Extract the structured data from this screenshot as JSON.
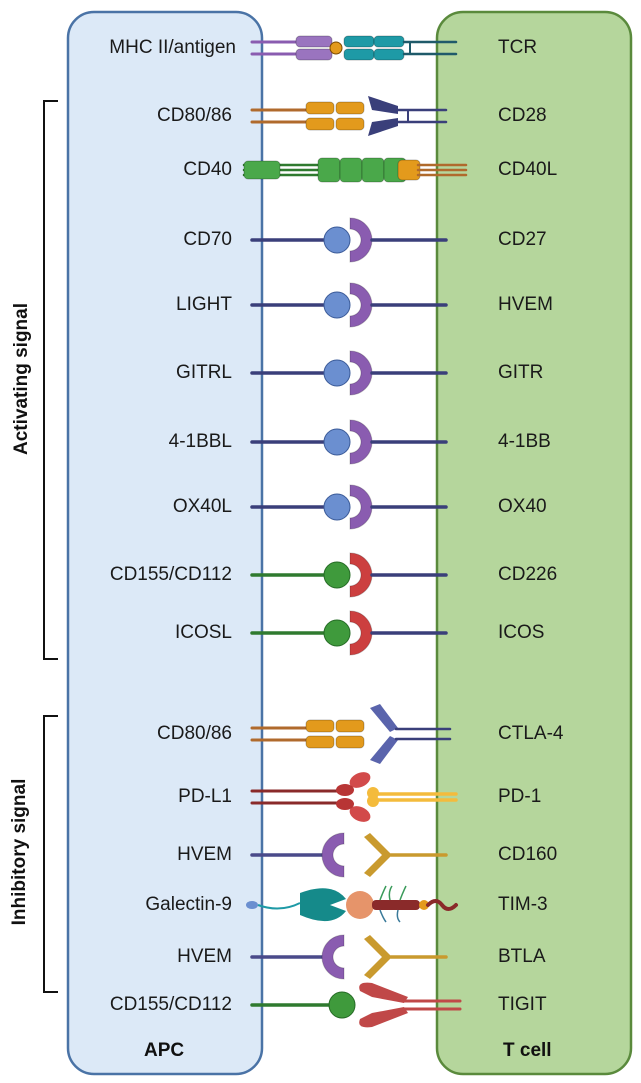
{
  "cells": {
    "left": "APC",
    "right": "T cell"
  },
  "groups": [
    {
      "label": "Activating signal"
    },
    {
      "label": "Inhibitory signal"
    }
  ],
  "rows": [
    {
      "left": "MHC II/antigen",
      "right": "TCR"
    },
    {
      "left": "CD80/86",
      "right": "CD28"
    },
    {
      "left": "CD40",
      "right": "CD40L"
    },
    {
      "left": "CD70",
      "right": "CD27"
    },
    {
      "left": "LIGHT",
      "right": "HVEM"
    },
    {
      "left": "GITRL",
      "right": "GITR"
    },
    {
      "left": "4-1BBL",
      "right": "4-1BB"
    },
    {
      "left": "OX40L",
      "right": "OX40"
    },
    {
      "left": "CD155/CD112",
      "right": "CD226"
    },
    {
      "left": "ICOSL",
      "right": "ICOS"
    },
    {
      "left": "CD80/86",
      "right": "CTLA-4"
    },
    {
      "left": "PD-L1",
      "right": "PD-1"
    },
    {
      "left": "HVEM",
      "right": "CD160"
    },
    {
      "left": "Galectin-9",
      "right": "TIM-3"
    },
    {
      "left": "HVEM",
      "right": "BTLA"
    },
    {
      "left": "CD155/CD112",
      "right": "TIGIT"
    }
  ],
  "colors": {
    "apc_fill": "#dce9f7",
    "apc_stroke": "#4a73a6",
    "tcell_fill": "#b5d69c",
    "tcell_stroke": "#5a8a3c",
    "navy": "#3a3f7a",
    "blue_ball": "#6b8fd0",
    "purple": "#8a5cb0",
    "green": "#3f9a3c",
    "red": "#cc3f3f",
    "orange": "#e39a1c",
    "teal": "#1e9aa6",
    "maroon": "#8a2a2a",
    "yellow": "#f4bb3c",
    "gold": "#c99a2e"
  }
}
